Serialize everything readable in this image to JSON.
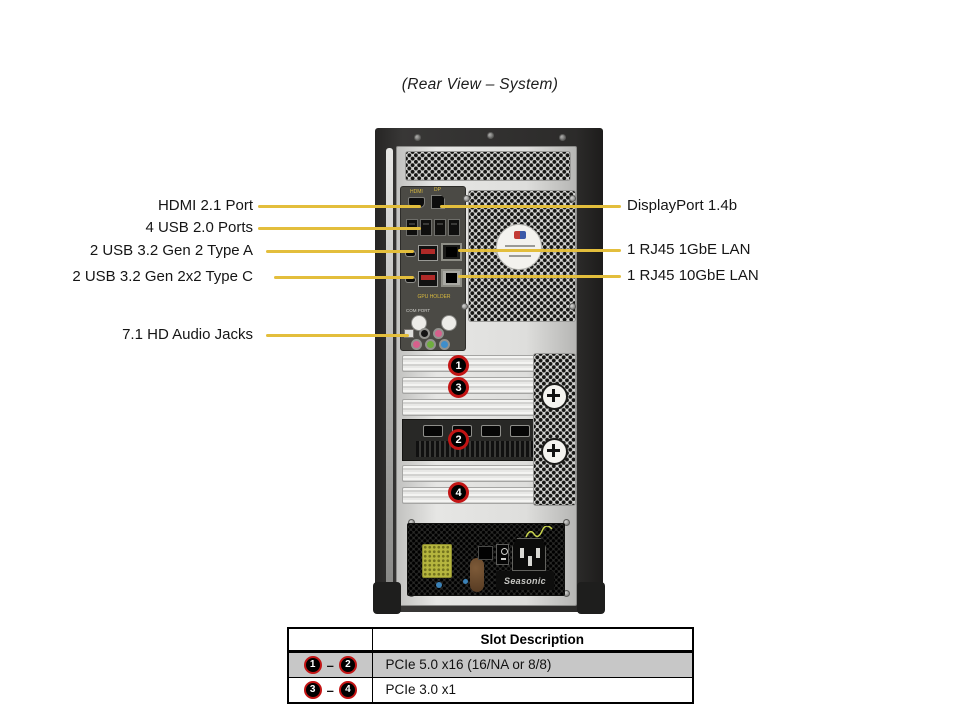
{
  "title": "(Rear View – System)",
  "callouts": {
    "left": [
      {
        "label": "HDMI 2.1 Port"
      },
      {
        "label": "4 USB 2.0 Ports"
      },
      {
        "label": "2 USB 3.2 Gen 2 Type A"
      },
      {
        "label": "2 USB 3.2 Gen 2x2 Type C"
      },
      {
        "label": "7.1 HD Audio Jacks"
      }
    ],
    "right": [
      {
        "label": "DisplayPort 1.4b"
      },
      {
        "label": "1 RJ45 1GbE LAN"
      },
      {
        "label": "1 RJ45 10GbE LAN"
      }
    ]
  },
  "tower": {
    "slot_badges": {
      "b1": "1",
      "b2": "2",
      "b3": "3",
      "b4": "4"
    },
    "io_labels": {
      "hdmi": "HDMI",
      "dp": "DP",
      "gpu_holder": "GPU HOLDER",
      "com_port": "COM PORT"
    },
    "psu_brand": "Seasonic"
  },
  "table": {
    "header": "Slot Description",
    "rows": [
      {
        "from": "1",
        "dash": "–",
        "to": "2",
        "description": "PCIe 5.0 x16 (16/NA or 8/8)"
      },
      {
        "from": "3",
        "dash": "–",
        "to": "4",
        "description": "PCIe 3.0 x1"
      }
    ]
  },
  "colors": {
    "callout_line": "#E3BE3C",
    "badge_ring": "#C21414",
    "table_row_alt": "#C7C7C7"
  }
}
